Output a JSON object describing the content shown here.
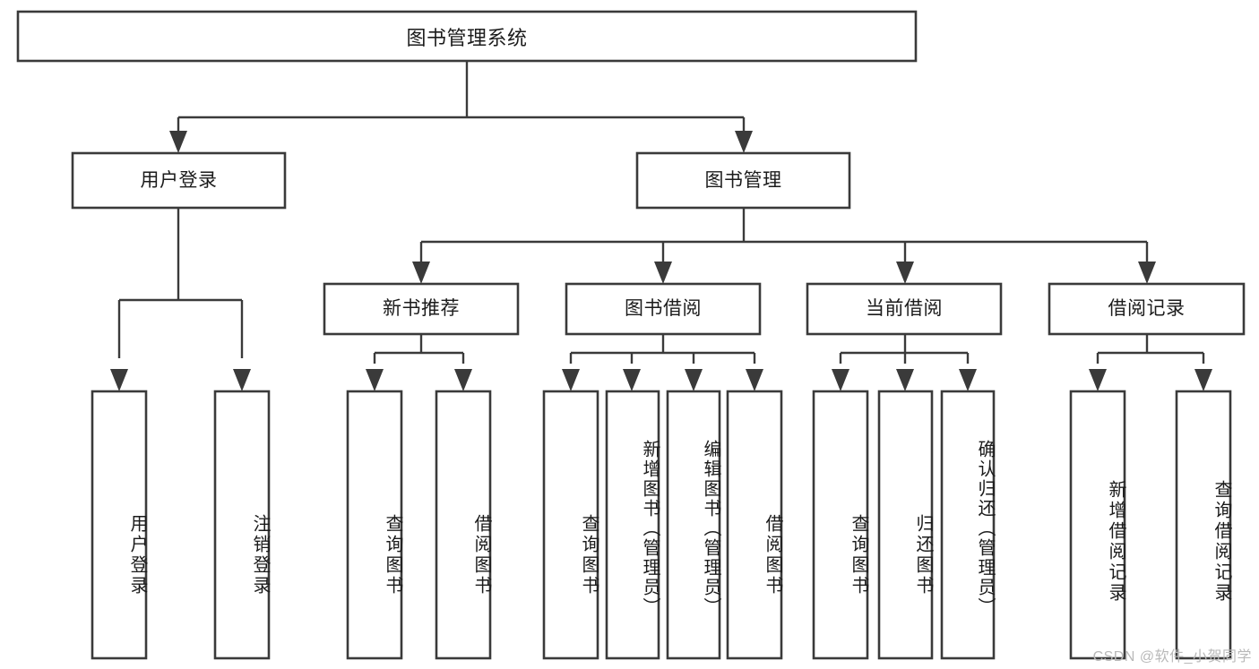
{
  "diagram": {
    "type": "hierarchy-tree",
    "title": "图书管理系统",
    "root": {
      "id": "root",
      "label": "图书管理系统",
      "orientation": "horizontal"
    },
    "level1": [
      {
        "id": "user-login",
        "label": "用户登录",
        "orientation": "horizontal"
      },
      {
        "id": "book-management",
        "label": "图书管理",
        "orientation": "horizontal"
      }
    ],
    "level2": [
      {
        "id": "new-book-recommend",
        "label": "新书推荐",
        "parent": "book-management",
        "orientation": "horizontal"
      },
      {
        "id": "book-borrow",
        "label": "图书借阅",
        "parent": "book-management",
        "orientation": "horizontal"
      },
      {
        "id": "current-borrow",
        "label": "当前借阅",
        "parent": "book-management",
        "orientation": "horizontal"
      },
      {
        "id": "borrow-record",
        "label": "借阅记录",
        "parent": "book-management",
        "orientation": "horizontal"
      }
    ],
    "leaves": [
      {
        "id": "leaf-user-login",
        "label": "用户登录",
        "parent": "user-login",
        "orientation": "vertical"
      },
      {
        "id": "leaf-user-logout",
        "label": "注销登录",
        "parent": "user-login",
        "orientation": "vertical"
      },
      {
        "id": "leaf-query-book-1",
        "label": "查询图书",
        "parent": "new-book-recommend",
        "orientation": "vertical"
      },
      {
        "id": "leaf-borrow-book-1",
        "label": "借阅图书",
        "parent": "new-book-recommend",
        "orientation": "vertical"
      },
      {
        "id": "leaf-query-book-2",
        "label": "查询图书",
        "parent": "book-borrow",
        "orientation": "vertical"
      },
      {
        "id": "leaf-add-book",
        "label": "新增图书（管理员）",
        "parent": "book-borrow",
        "orientation": "vertical"
      },
      {
        "id": "leaf-edit-book",
        "label": "编辑图书（管理员）",
        "parent": "book-borrow",
        "orientation": "vertical"
      },
      {
        "id": "leaf-borrow-book-2",
        "label": "借阅图书",
        "parent": "book-borrow",
        "orientation": "vertical"
      },
      {
        "id": "leaf-query-book-3",
        "label": "查询图书",
        "parent": "current-borrow",
        "orientation": "vertical"
      },
      {
        "id": "leaf-return-book",
        "label": "归还图书",
        "parent": "current-borrow",
        "orientation": "vertical"
      },
      {
        "id": "leaf-confirm-return",
        "label": "确认归还（管理员）",
        "parent": "current-borrow",
        "orientation": "vertical"
      },
      {
        "id": "leaf-add-record",
        "label": "新增借阅记录",
        "parent": "borrow-record",
        "orientation": "vertical"
      },
      {
        "id": "leaf-query-record",
        "label": "查询借阅记录",
        "parent": "borrow-record",
        "orientation": "vertical"
      }
    ],
    "colors": {
      "box_stroke": "#3a3a3a",
      "box_fill": "#ffffff",
      "line": "#3a3a3a",
      "text": "#1b1b1b",
      "background": "#ffffff",
      "watermark": "#b9b9b9"
    }
  },
  "watermark": {
    "text": "CSDN @软件_小贺同学"
  }
}
